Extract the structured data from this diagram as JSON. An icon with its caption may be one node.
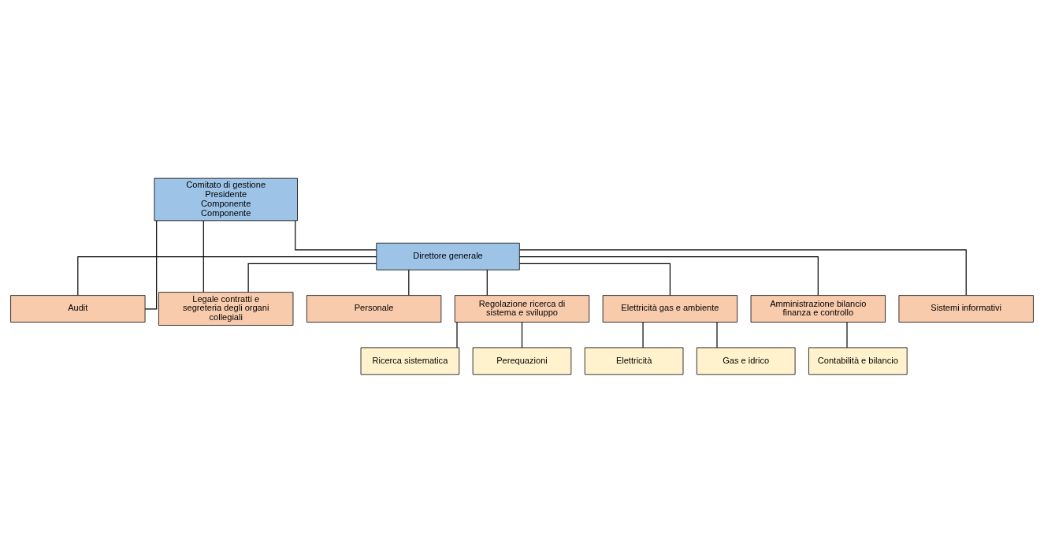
{
  "diagram": {
    "nodes": [
      {
        "text": [
          "Comitato di gestione",
          "Presidente",
          "Componente",
          "Componente"
        ]
      },
      {
        "text": [
          "Direttore generale"
        ]
      },
      {
        "text": [
          "Audit"
        ]
      },
      {
        "text": [
          "Sistemi informativi"
        ]
      },
      {
        "text": [
          "Legale contratti e segreteria degli organi collegiali"
        ]
      },
      {
        "text": [
          "Personale"
        ]
      },
      {
        "text": [
          "Regolazione ricerca di sistema e sviluppo"
        ]
      },
      {
        "text": [
          "Elettricità gas e ambiente"
        ]
      },
      {
        "text": [
          "Amministrazione bilancio finanza e controllo"
        ]
      },
      {
        "text": [
          "Ricerca sistematica"
        ]
      },
      {
        "text": [
          "Perequazioni"
        ]
      },
      {
        "text": [
          "Elettricità"
        ]
      },
      {
        "text": [
          "Gas e idrico"
        ]
      },
      {
        "text": [
          "Contabilità e bilancio"
        ]
      }
    ],
    "edges": [
      {
        "from": 0,
        "to": 1,
        "arrow": "none"
      },
      {
        "from": 0,
        "to": 2,
        "arrow": "none"
      },
      {
        "from": 0,
        "to": 4,
        "arrow": "none"
      },
      {
        "from": 1,
        "to": 2,
        "arrow": "none"
      },
      {
        "from": 1,
        "to": 3,
        "arrow": "none"
      },
      {
        "from": 1,
        "to": 4,
        "arrow": "none"
      },
      {
        "from": 1,
        "to": 5,
        "arrow": "none"
      },
      {
        "from": 1,
        "to": 6,
        "arrow": "none"
      },
      {
        "from": 1,
        "to": 7,
        "arrow": "none"
      },
      {
        "from": 1,
        "to": 8,
        "arrow": "none"
      },
      {
        "from": 6,
        "to": 9,
        "arrow": "none"
      },
      {
        "from": 6,
        "to": 10,
        "arrow": "none"
      },
      {
        "from": 7,
        "to": 11,
        "arrow": "none"
      },
      {
        "from": 7,
        "to": 12,
        "arrow": "none"
      },
      {
        "from": 8,
        "to": 13,
        "arrow": "none"
      }
    ]
  }
}
